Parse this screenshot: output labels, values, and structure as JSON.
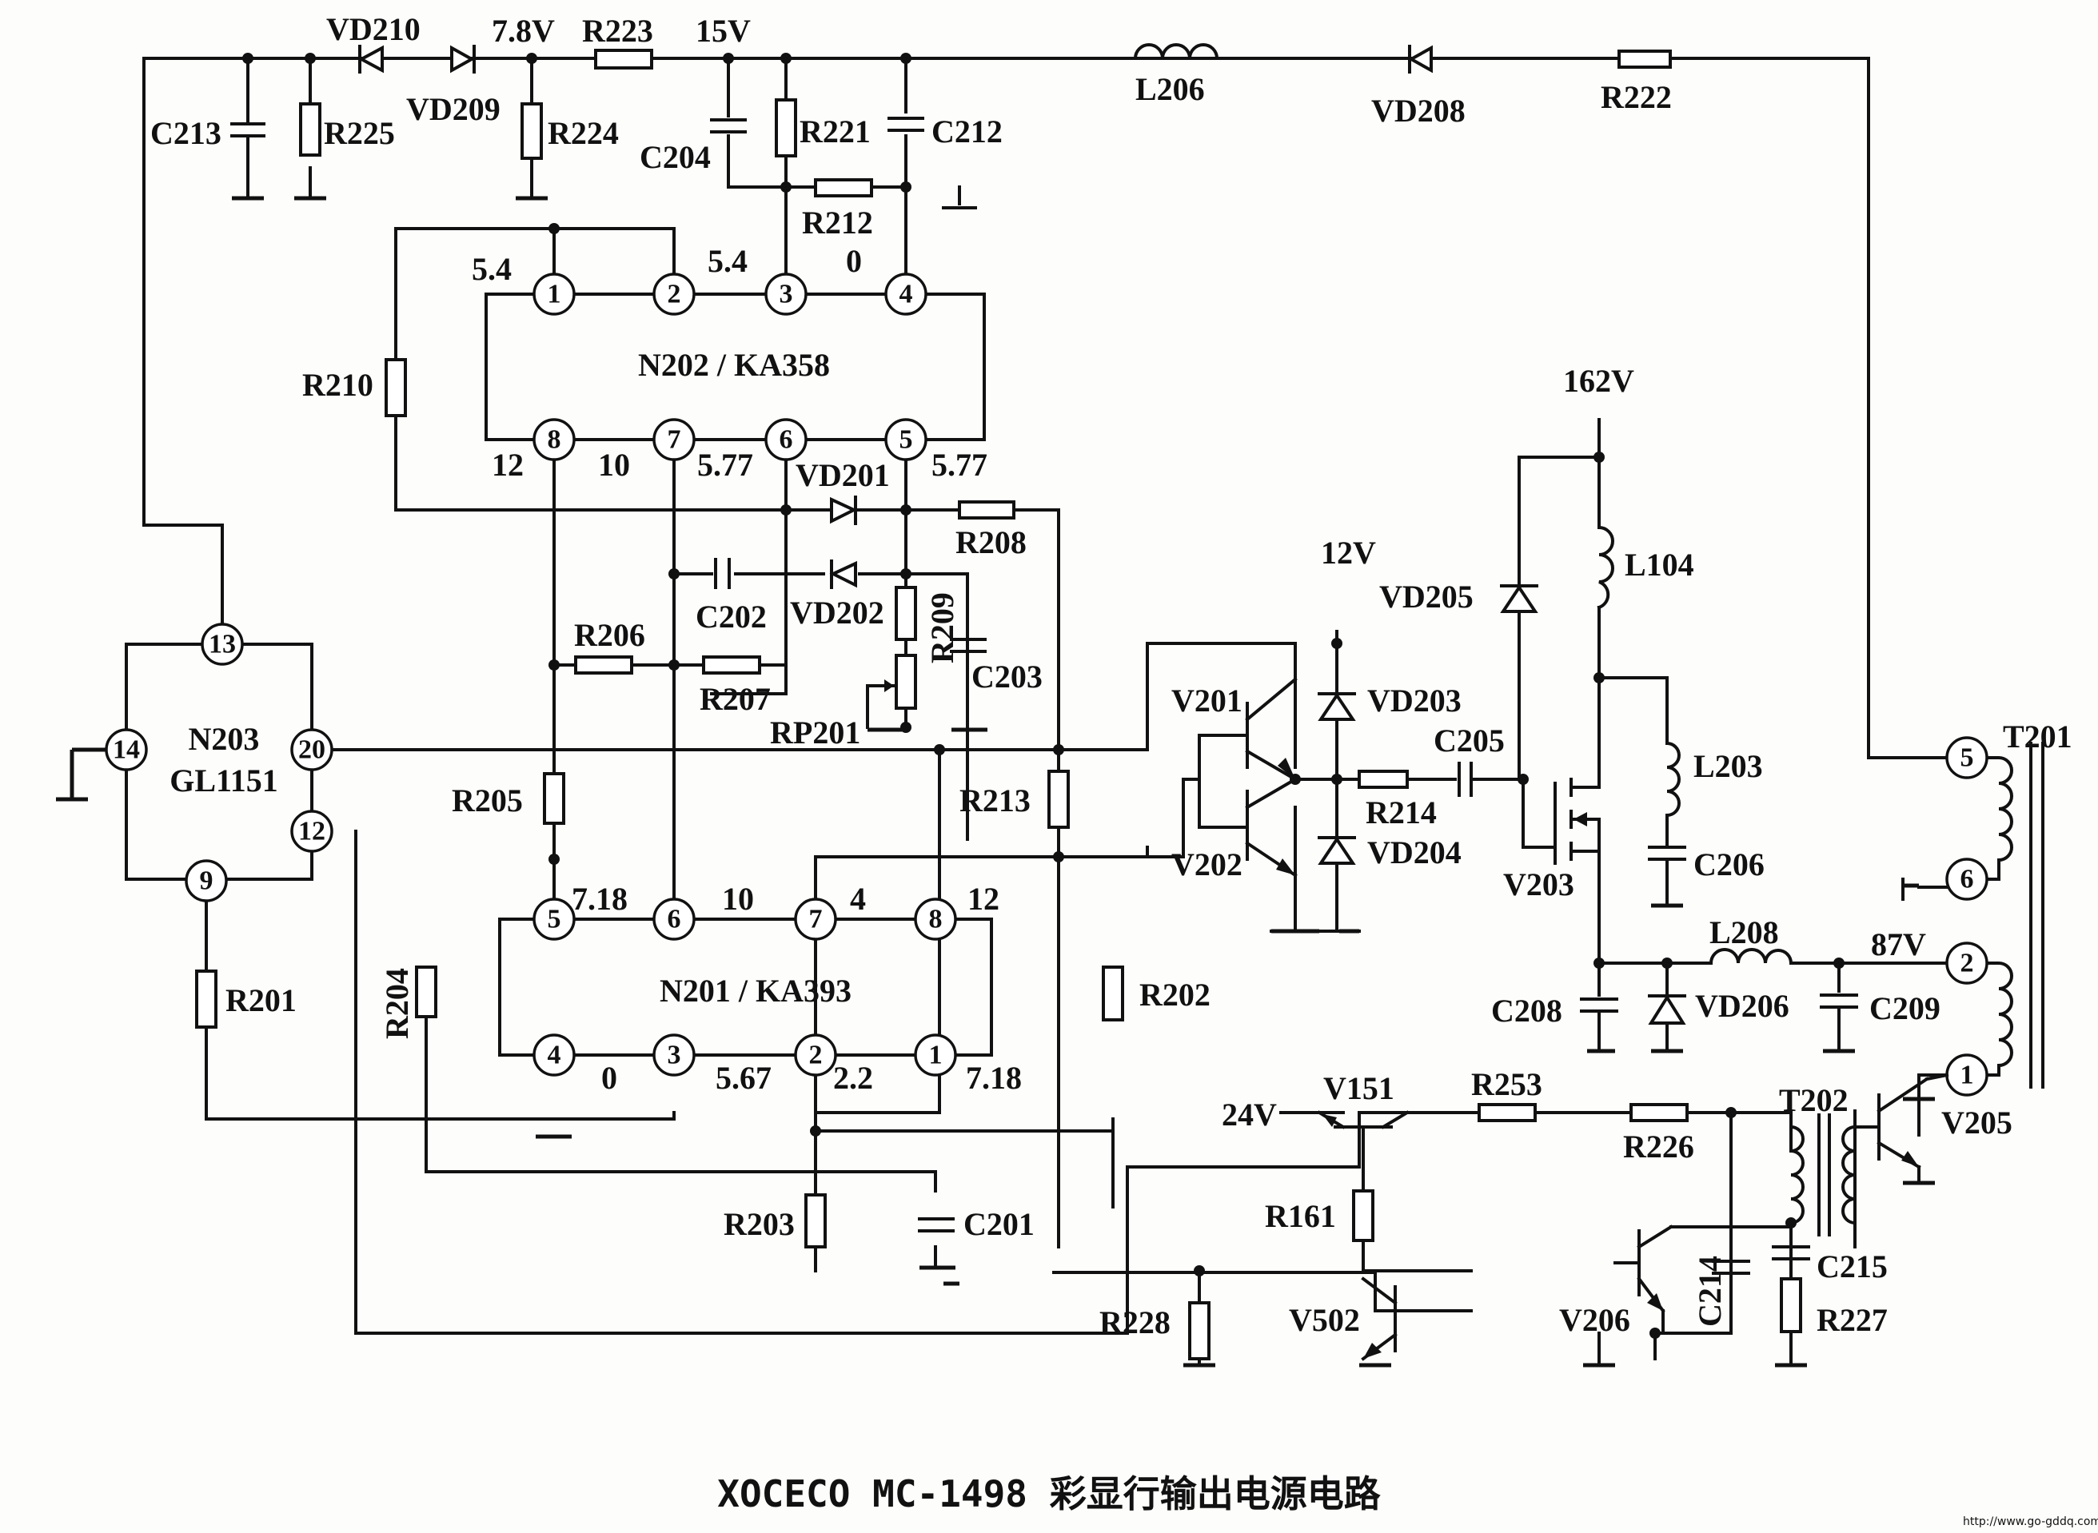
{
  "caption": "XOCECO MC-1498 彩显行输出电源电路",
  "watermark": "http://www.go-gddq.com",
  "voltages": {
    "v7_8": "7.8V",
    "v15": "15V",
    "v162": "162V",
    "v12": "12V",
    "v87": "87V",
    "v24": "24V"
  },
  "ics": {
    "n202": {
      "name": "N202 / KA358",
      "pins": [
        "1",
        "2",
        "3",
        "4",
        "5",
        "6",
        "7",
        "8"
      ],
      "values": {
        "p1": "5.4",
        "p3": "5.4",
        "p4": "0",
        "p8": "12",
        "p7": "10",
        "p6": "5.77",
        "p5": "5.77"
      }
    },
    "n201": {
      "name": "N201 / KA393",
      "pins": [
        "1",
        "2",
        "3",
        "4",
        "5",
        "6",
        "7",
        "8"
      ],
      "values": {
        "p5": "7.18",
        "p6": "10",
        "p7": "4",
        "p8": "12",
        "p4": "0",
        "p3": "5.67",
        "p2": "2.2",
        "p1": "7.18"
      }
    },
    "n203": {
      "name1": "N203",
      "name2": "GL1151",
      "pins": [
        "13",
        "14",
        "20",
        "12",
        "9"
      ]
    },
    "t201": {
      "name": "T201",
      "pins": [
        "5",
        "6",
        "2",
        "1"
      ]
    },
    "t202": {
      "name": "T202"
    }
  },
  "labels": {
    "VD210": "VD210",
    "VD209": "VD209",
    "R223": "R223",
    "C213": "C213",
    "R225": "R225",
    "R224": "R224",
    "C204": "C204",
    "R221": "R221",
    "C212": "C212",
    "R212": "R212",
    "L206": "L206",
    "VD208": "VD208",
    "R222": "R222",
    "R210": "R210",
    "VD201": "VD201",
    "R208": "R208",
    "C202": "C202",
    "VD202": "VD202",
    "R209": "R209",
    "C203": "C203",
    "R206": "R206",
    "R207": "R207",
    "RP201": "RP201",
    "R205": "R205",
    "R213": "R213",
    "R204": "R204",
    "R202": "R202",
    "R201": "R201",
    "R203": "R203",
    "C201": "C201",
    "V201": "V201",
    "V202": "V202",
    "VD203": "VD203",
    "VD204": "VD204",
    "R214": "R214",
    "C205": "C205",
    "VD205": "VD205",
    "L104": "L104",
    "V203": "V203",
    "L203": "L203",
    "C206": "C206",
    "C208": "C208",
    "VD206": "VD206",
    "L208": "L208",
    "C209": "C209",
    "V151": "V151",
    "R253": "R253",
    "R226": "R226",
    "R161": "R161",
    "V502": "V502",
    "R228": "R228",
    "V206": "V206",
    "C214": "C214",
    "C215": "C215",
    "R227": "R227",
    "V205": "V205"
  }
}
